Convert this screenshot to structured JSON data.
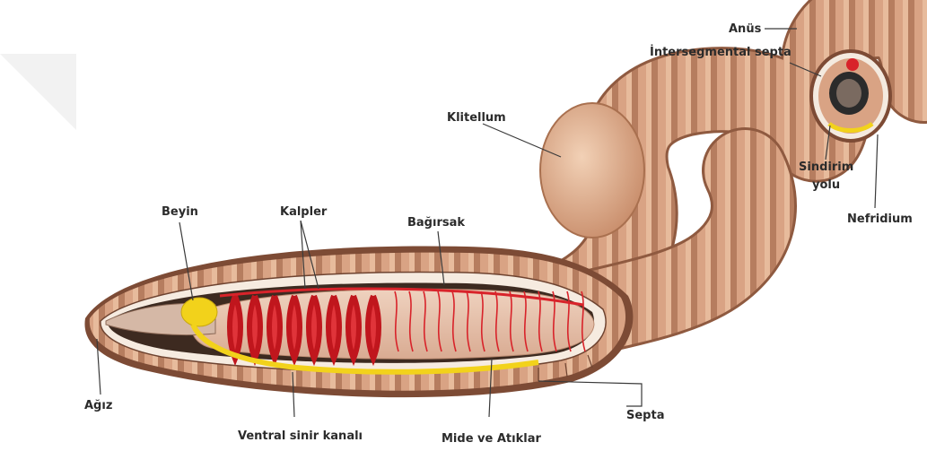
{
  "labels": {
    "anus": "Anüs",
    "intersegmental_septa": "İntersegmental septa",
    "klitellum": "Klitellum",
    "sindirim_1": "Sindirim",
    "sindirim_2": "yolu",
    "nefridium": "Nefridium",
    "beyin": "Beyin",
    "kalpler": "Kalpler",
    "bagirsak": "Bağırsak",
    "agiz": "Ağız",
    "septa": "Septa",
    "ventral": "Ventral sinir kanalı",
    "mide": "Mide ve Atıklar"
  },
  "colors": {
    "skin": "#d9a384",
    "skin_dark": "#b57c5e",
    "skin_light": "#f0cbb0",
    "vessel": "#d8232a",
    "nerve": "#f2d21b",
    "gut": "#e9c3ad"
  }
}
